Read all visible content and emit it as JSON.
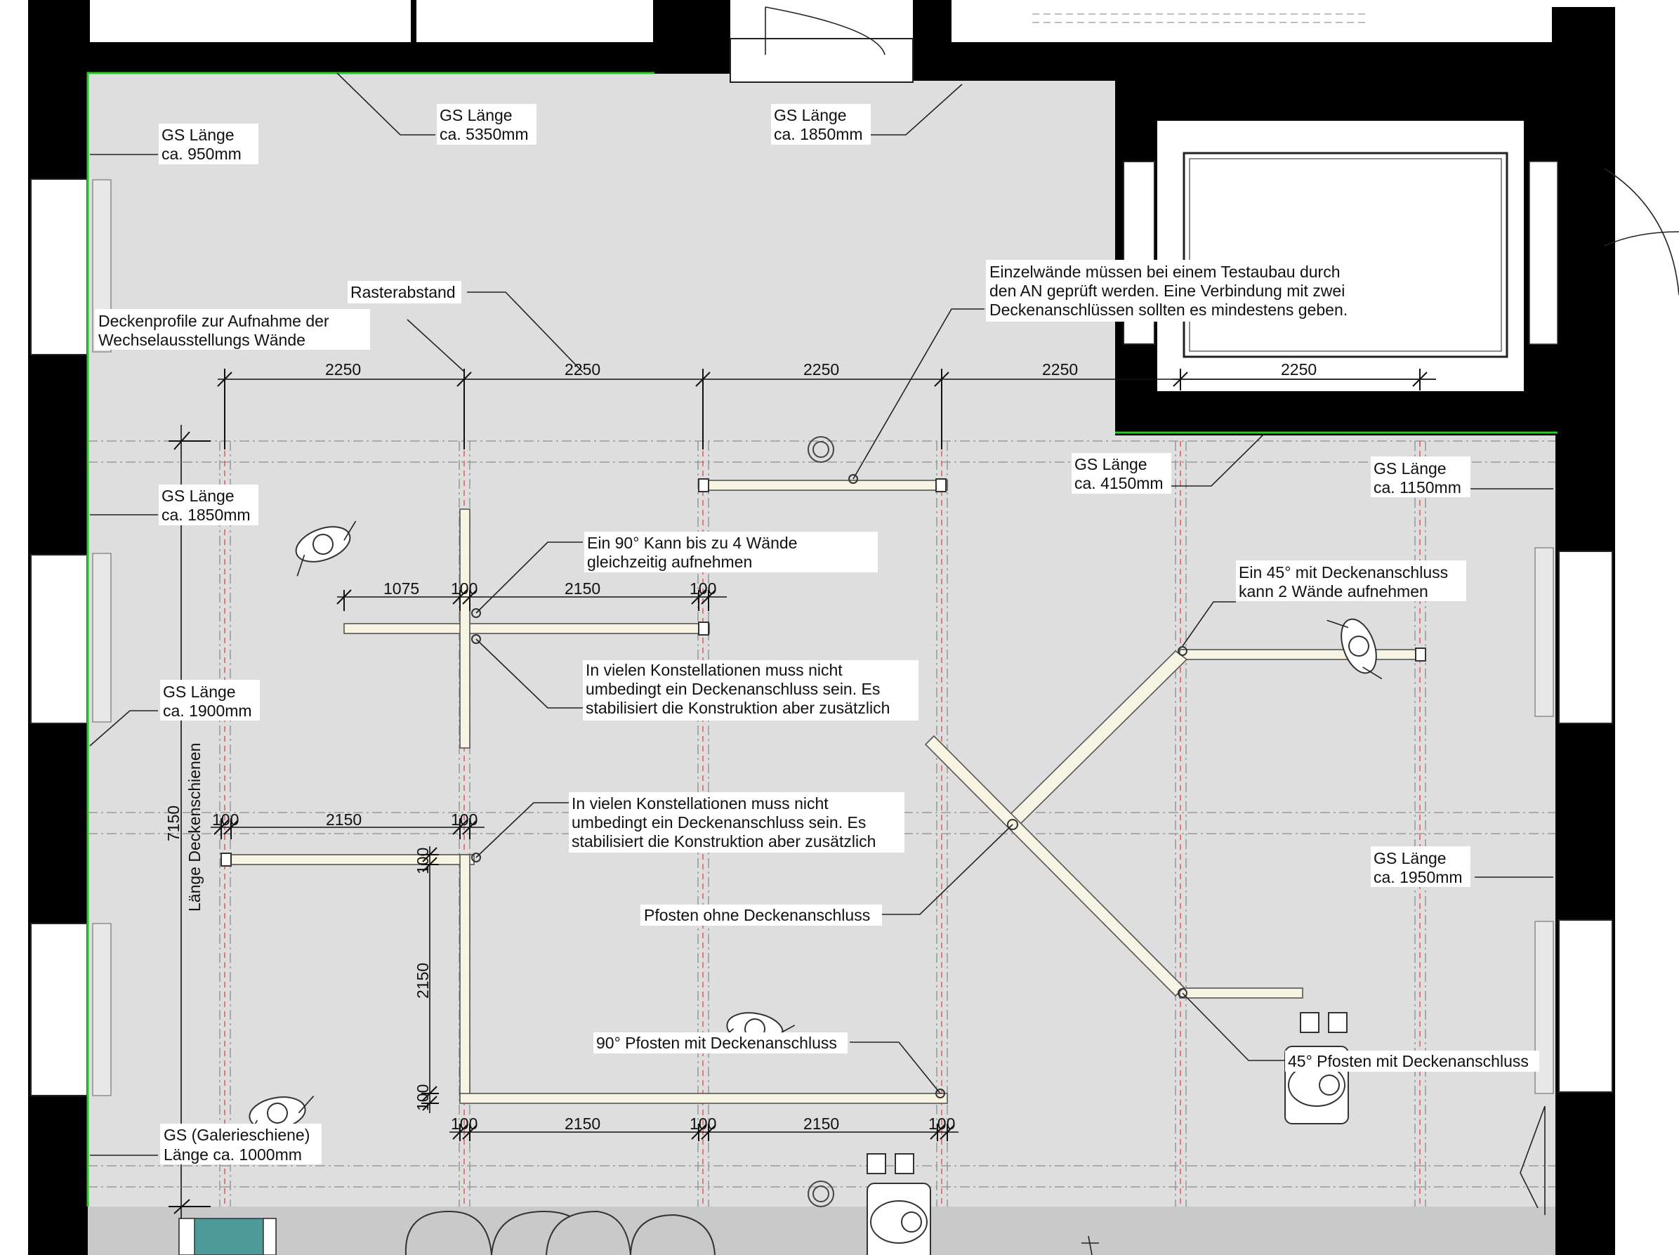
{
  "labels": {
    "gs_5350": [
      "GS Länge",
      "ca. 5350mm"
    ],
    "gs_1850_top": [
      "GS Länge",
      "ca. 1850mm"
    ],
    "gs_950": [
      "GS Länge",
      "ca. 950mm"
    ],
    "gs_1850_left": [
      "GS Länge",
      "ca. 1850mm"
    ],
    "gs_1900": [
      "GS Länge",
      "ca. 1900mm"
    ],
    "gs_galerie": [
      "GS (Galerieschiene)",
      "Länge ca. 1000mm"
    ],
    "gs_4150": [
      "GS Länge",
      "ca. 4150mm"
    ],
    "gs_1150": [
      "GS Länge",
      "ca. 1150mm"
    ],
    "gs_1950": [
      "GS Länge",
      "ca. 1950mm"
    ],
    "rasterabstand": [
      "Rasterabstand"
    ],
    "deckenprofile": [
      "Deckenprofile zur Aufnahme der",
      "Wechselausstellungs Wände"
    ],
    "einzelwaende": [
      "Einzelwände müssen bei einem Testaubau durch",
      "den AN geprüft werden. Eine Verbindung mit zwei",
      "Deckenanschlüssen sollten es mindestens geben."
    ],
    "ein90": [
      "Ein 90° Kann bis zu 4 Wände",
      "gleichzeitig aufnehmen"
    ],
    "konst1": [
      "In vielen Konstellationen muss nicht",
      "umbedingt ein Deckenanschluss sein. Es",
      "stabilisiert die Konstruktion aber zusätzlich"
    ],
    "konst2": [
      "In vielen Konstellationen muss nicht",
      "umbedingt ein Deckenanschluss sein. Es",
      "stabilisiert die Konstruktion aber zusätzlich"
    ],
    "ein45": [
      "Ein 45° mit Deckenanschluss",
      "kann 2 Wände aufnehmen"
    ],
    "pfosten_ohne": [
      "Pfosten ohne Deckenanschluss"
    ],
    "pfosten90": [
      "90° Pfosten mit Deckenanschluss"
    ],
    "pfosten45": [
      "45° Pfosten mit Deckenanschluss"
    ],
    "laenge_deckenschienen": [
      "Länge Deckenschienen"
    ]
  },
  "dimensions": {
    "raster": [
      "2250",
      "2250",
      "2250",
      "2250",
      "2250"
    ],
    "cross_row": [
      "1075",
      "100",
      "2150",
      "100"
    ],
    "l_row": [
      "100",
      "2150",
      "100"
    ],
    "bottom_row": [
      "100",
      "2150",
      "100",
      "2150",
      "100"
    ],
    "vertical": [
      "100",
      "2150",
      "100"
    ],
    "total_vertical": "7150"
  },
  "colors": {
    "floor": "#dedede",
    "walls": "#000000",
    "panel": "#f7f4e4",
    "edge_highlight": "#22cc22",
    "rail_red": "#e05050",
    "corridor": "#c9c9c9",
    "bench": "#4f9a9a"
  }
}
